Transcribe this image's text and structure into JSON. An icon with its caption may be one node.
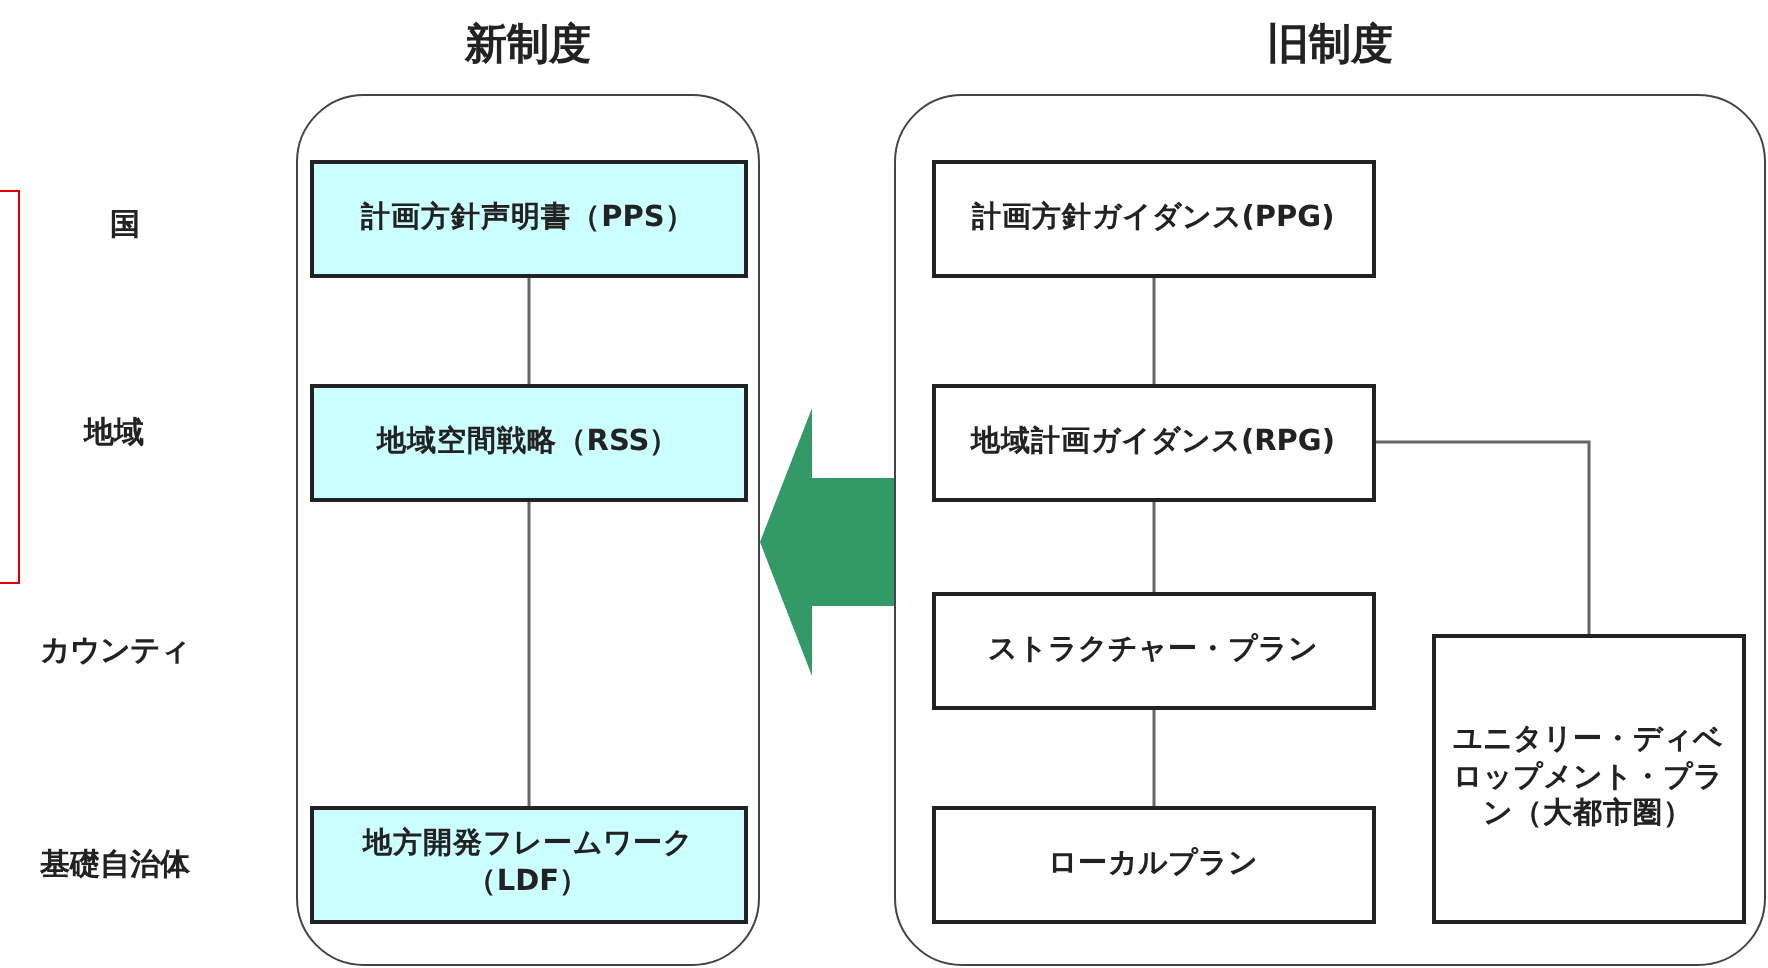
{
  "diagram": {
    "nodes": [
      {
        "text": [
          "新制度"
        ]
      },
      {
        "text": [
          "計画方針声明書（PPS）"
        ],
        "in": 0
      },
      {
        "text": [
          "地域空間戦略（RSS）"
        ],
        "in": 0
      },
      {
        "text": [
          "地方開発フレームワーク（LDF）"
        ],
        "in": 0
      },
      {
        "text": [
          "旧制度"
        ]
      },
      {
        "text": [
          "計画方針ガイダンス(PPG)"
        ],
        "in": 4
      },
      {
        "text": [
          "地域計画ガイダンス(RPG)"
        ],
        "in": 4
      },
      {
        "text": [
          "ストラクチャー・プラン"
        ],
        "in": 4
      },
      {
        "text": [
          "ローカルプラン"
        ],
        "in": 4
      },
      {
        "text": [
          "ユニタリー・ディベロップメント・プラン（大都市圏）"
        ],
        "in": 4
      }
    ],
    "edges": [
      {
        "from": 1,
        "to": 2,
        "arrow": "none"
      },
      {
        "from": 2,
        "to": 3,
        "arrow": "none"
      },
      {
        "from": 5,
        "to": 6,
        "arrow": "none"
      },
      {
        "from": 6,
        "to": 7,
        "arrow": "none"
      },
      {
        "from": 7,
        "to": 8,
        "arrow": "none"
      },
      {
        "from": 6,
        "to": 9,
        "arrow": "none"
      },
      {
        "from": 4,
        "to": 0,
        "arrow": "to",
        "style": "thick",
        "color": "#339966"
      }
    ],
    "labels": [
      "国",
      "地域",
      "カウンティ",
      "基礎自治体"
    ]
  }
}
